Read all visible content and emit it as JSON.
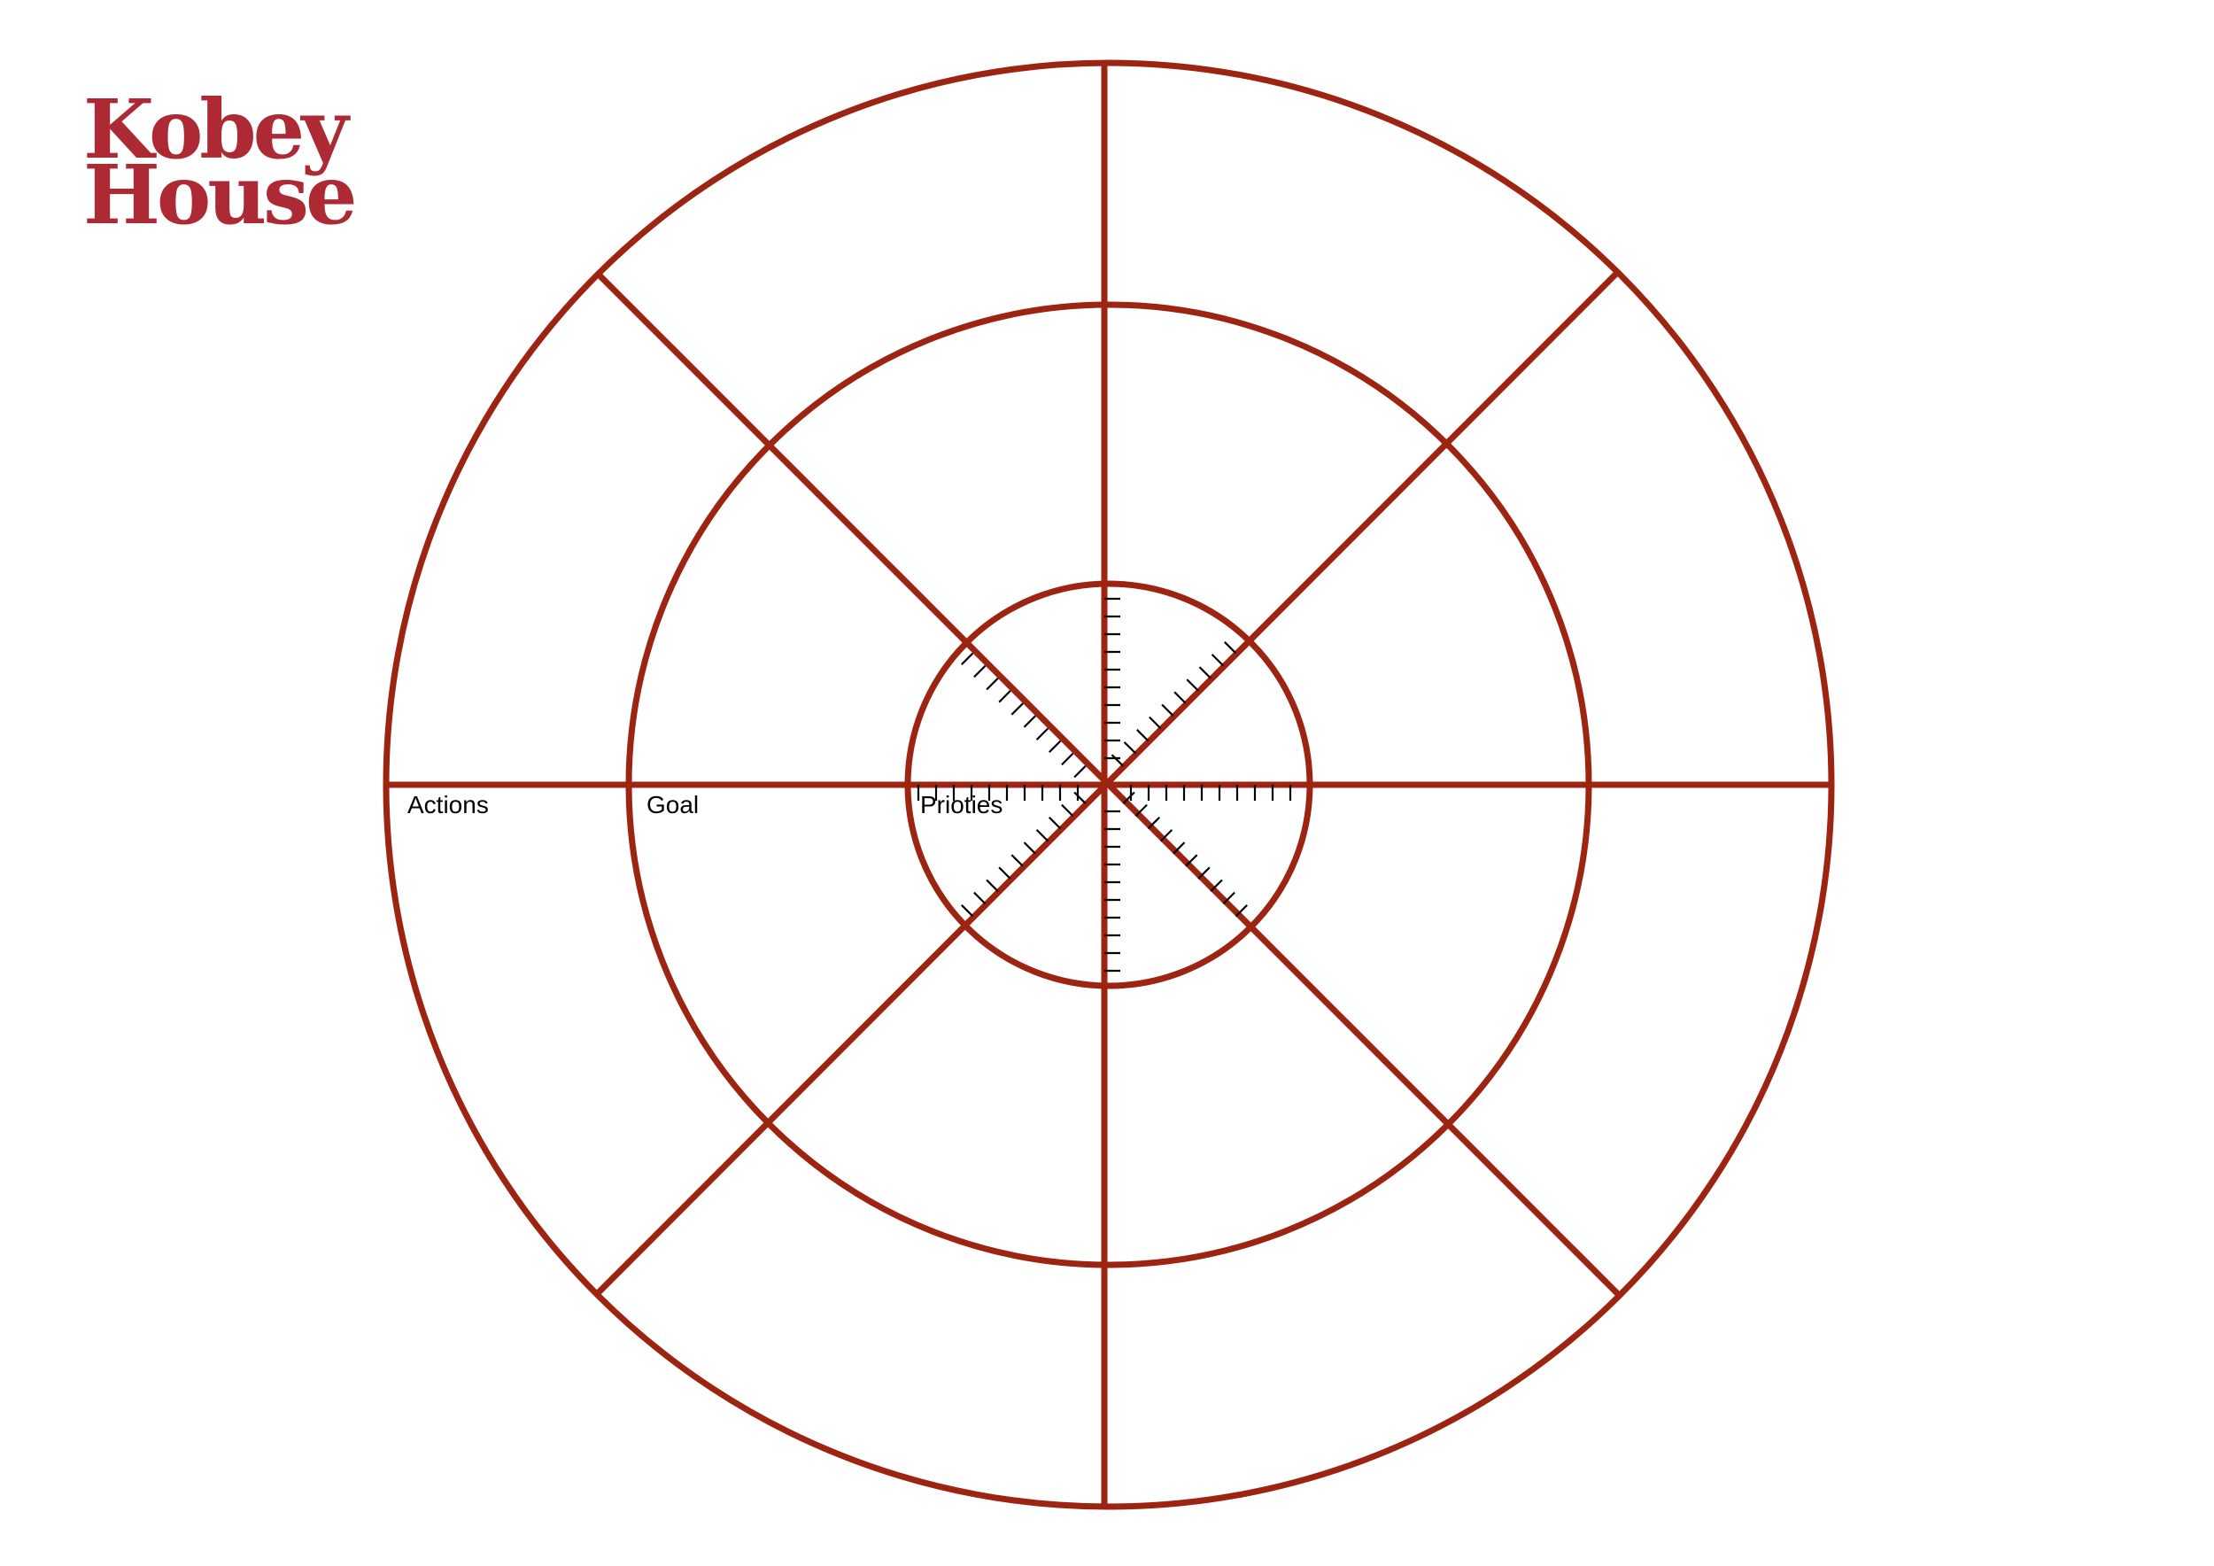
{
  "brand": {
    "line1": "Kobey",
    "line2": "House",
    "color": "#ad2a35"
  },
  "wheel": {
    "stroke_color": "#9c2410",
    "tick_color": "#000000",
    "segments": 8,
    "ticks_per_spoke": 10,
    "rings": [
      {
        "id": "outer",
        "label": "Actions"
      },
      {
        "id": "middle",
        "label": "Goal"
      },
      {
        "id": "inner",
        "label": "Prioties"
      }
    ]
  }
}
